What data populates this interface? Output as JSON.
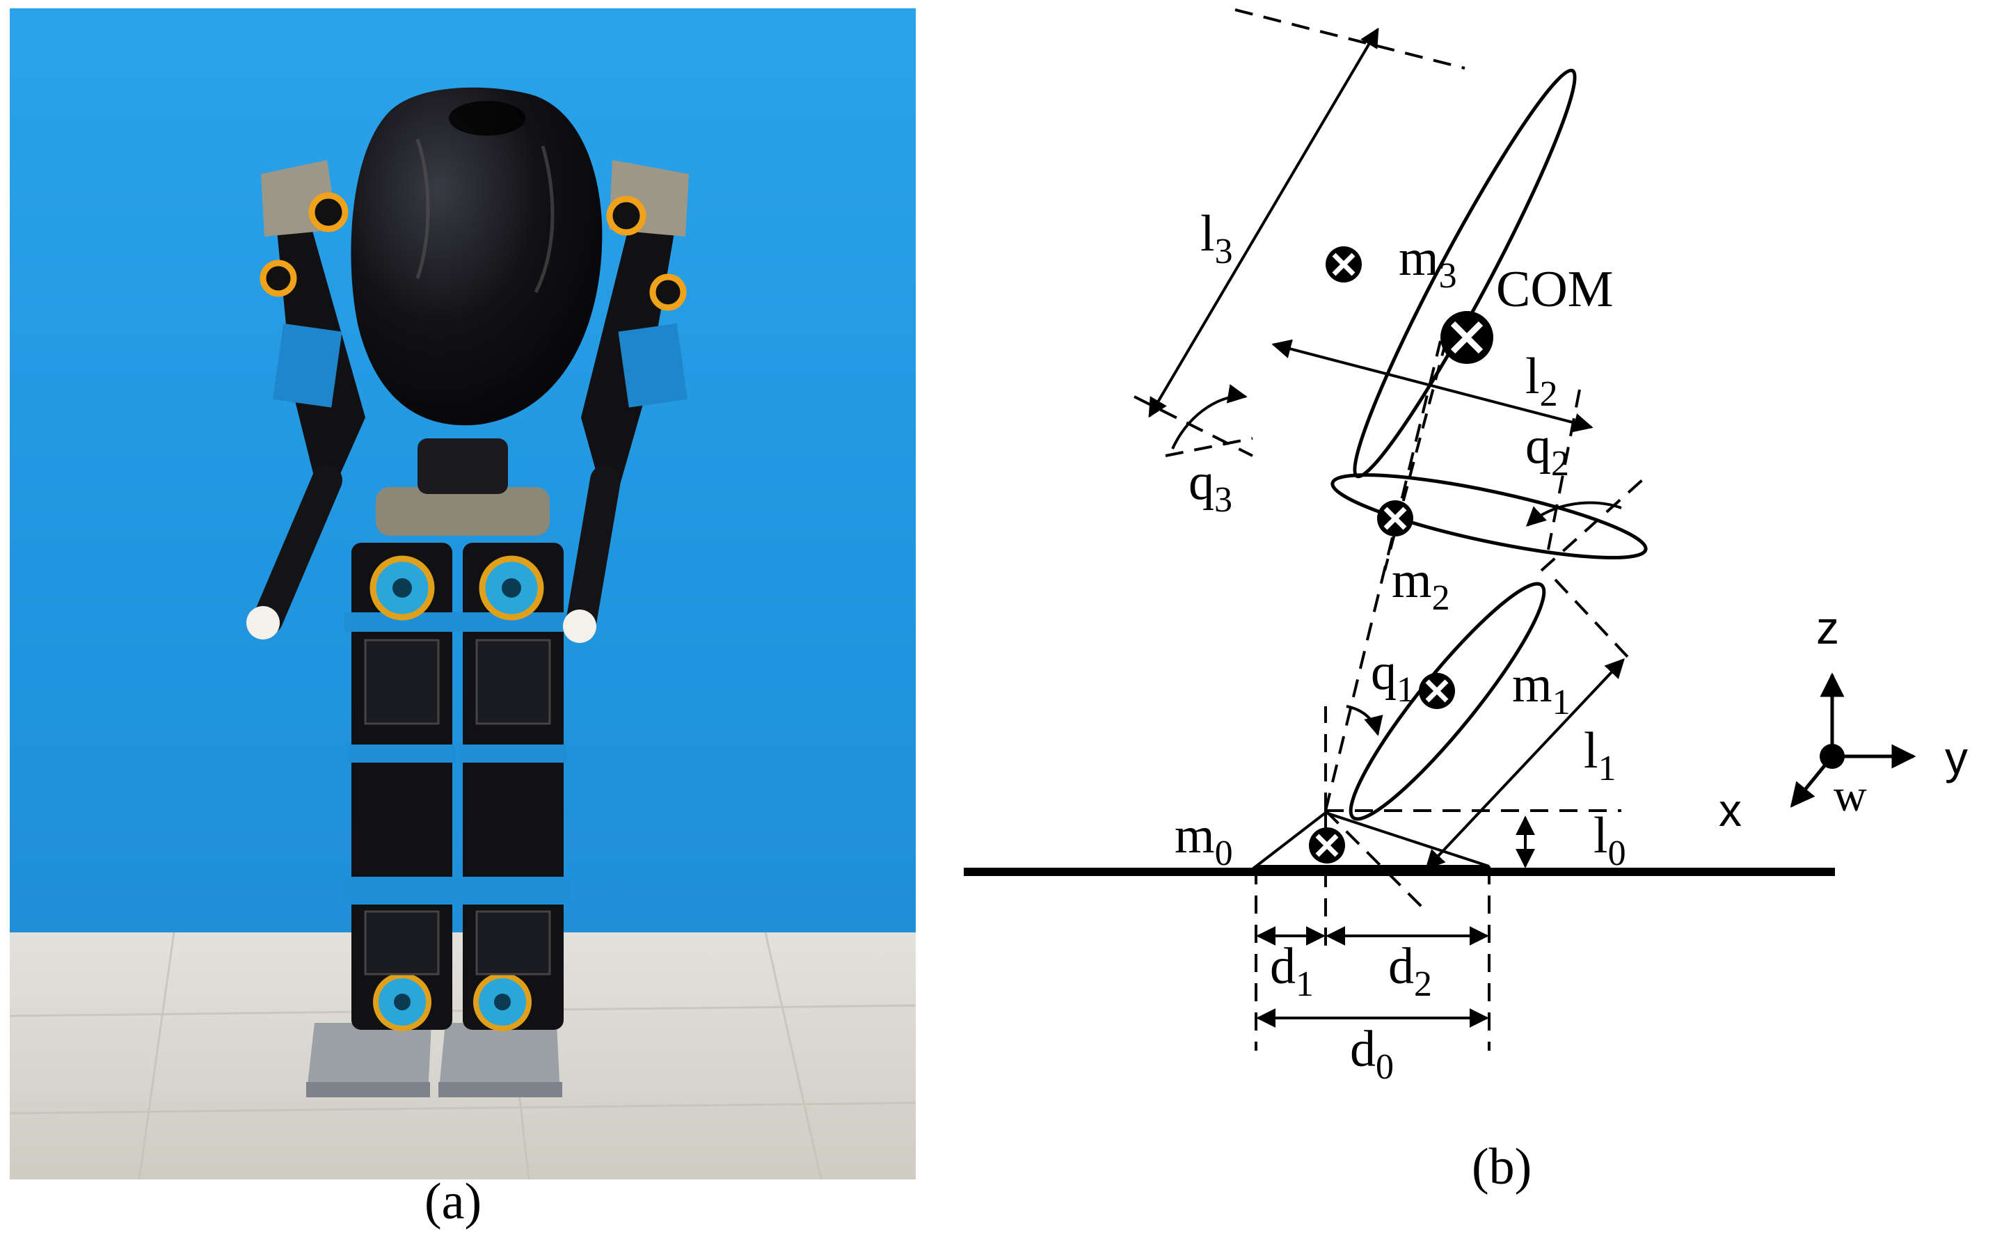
{
  "figure": {
    "panel_a_caption": "(a)",
    "panel_b_caption": "(b)"
  },
  "photo": {
    "subject": "biped humanoid robot standing in front of a blue backdrop",
    "colors": {
      "backdrop": "#2a9ee6",
      "floor": "#d9d6cf",
      "shell": "#0d0d10",
      "accent": "#1e8fd6",
      "ring": "#f0a21a"
    }
  },
  "diagram": {
    "labels": {
      "l3": "l",
      "l3_sub": "3",
      "m3": "m",
      "m3_sub": "3",
      "com": "COM",
      "l2": "l",
      "l2_sub": "2",
      "q2": "q",
      "q2_sub": "2",
      "q3": "q",
      "q3_sub": "3",
      "m2": "m",
      "m2_sub": "2",
      "q1": "q",
      "q1_sub": "1",
      "m1": "m",
      "m1_sub": "1",
      "l1": "l",
      "l1_sub": "1",
      "m0": "m",
      "m0_sub": "0",
      "l0": "l",
      "l0_sub": "0",
      "d1": "d",
      "d1_sub": "1",
      "d2": "d",
      "d2_sub": "2",
      "d0": "d",
      "d0_sub": "0"
    },
    "axes": {
      "z": "z",
      "y": "y",
      "x": "x",
      "w": "w"
    }
  }
}
